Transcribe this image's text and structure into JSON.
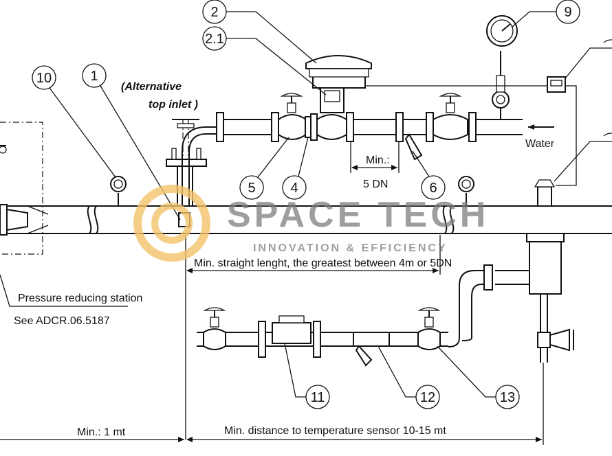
{
  "callouts": [
    "1",
    "2",
    "2.1",
    "4",
    "5",
    "6",
    "9",
    "10",
    "11",
    "12",
    "13"
  ],
  "labels": {
    "alternative_top_inlet_line1": "(Alternative",
    "alternative_top_inlet_line2": "top inlet )",
    "water": "Water",
    "min": "Min.:",
    "five_dn": "5 DN",
    "straight_length": "Min. straight lenght, the greatest between 4m or 5DN",
    "pressure_reducing_station": "Pressure reducing station",
    "see_ref": "See  ADCR.06.5187",
    "min_1_mt": "Min.: 1 mt",
    "min_distance_sensor": "Min. distance to temperature sensor 10-15 mt"
  },
  "watermark": {
    "title": "SPACE TECH",
    "subtitle": "INNOVATION & EFFICIENCY",
    "color": "#7a7a7a",
    "logo_color": "#f3c26a"
  },
  "colors": {
    "line": "#111111",
    "background": "#ffffff"
  }
}
